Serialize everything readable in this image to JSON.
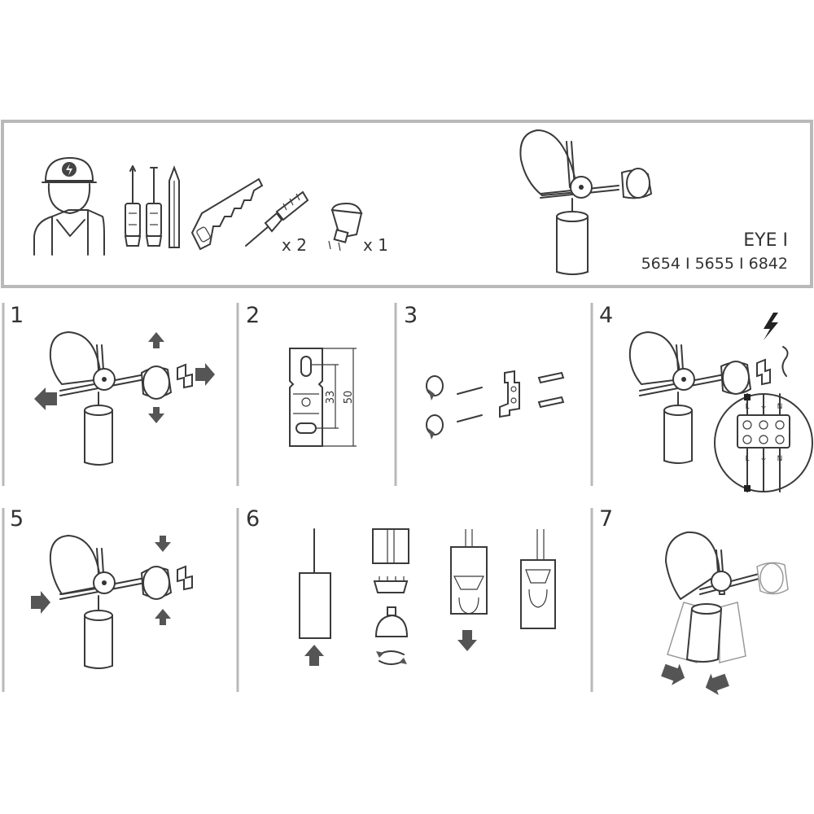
{
  "header": {
    "quantity_plugs": "x 2",
    "quantity_bulb": "x 1",
    "product_name": "EYE I",
    "product_codes": "5654 I 5655 I 6842"
  },
  "steps": [
    {
      "number": "1"
    },
    {
      "number": "2",
      "dim_inner": "33",
      "dim_outer": "50"
    },
    {
      "number": "3"
    },
    {
      "number": "4",
      "terminal_labels_top": [
        "L",
        "⏚",
        "N"
      ],
      "terminal_labels_bottom": [
        "L",
        "⏚",
        "N"
      ]
    },
    {
      "number": "5"
    },
    {
      "number": "6"
    },
    {
      "number": "7"
    }
  ],
  "icons": {
    "installer": "electrician-icon",
    "tools": [
      "screwdriver-cross-icon",
      "screwdriver-flat-icon",
      "pencil-icon",
      "saw-icon",
      "wall-plug-icon",
      "gu10-bulb-icon"
    ],
    "warning": "electric-hazard-icon"
  },
  "colors": {
    "frame": "#b9b9b9",
    "line": "#3a3a3a",
    "arrow": "#555555"
  }
}
